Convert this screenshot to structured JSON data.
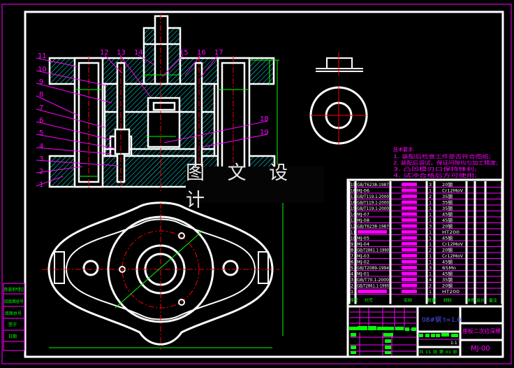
{
  "colors": {
    "background": "#000000",
    "frame": "#ffffff",
    "outer_border": "#ff00ff",
    "hatch": "#00ffff",
    "centerline": "#ff0000",
    "dimension": "#00ff00",
    "text": "#ff00ff"
  },
  "watermark": "图 文 设 计",
  "section_view": {
    "balloons_left": [
      "11",
      "10",
      "9",
      "8",
      "7",
      "6",
      "5",
      "4",
      "3",
      "2",
      "1"
    ],
    "balloons_top": [
      "12",
      "13",
      "14",
      "15",
      "16",
      "17"
    ],
    "balloons_right": [
      "18",
      "19"
    ]
  },
  "tech_requirements": {
    "title": "技术要求:",
    "items": [
      "1. 装配后检查工件是否符合图纸;",
      "2. 装配后调试，保证间隙均匀加工精度;",
      "3. 凸凹模刃口保持锋利;",
      "4. 试冲合格后方可使用;"
    ]
  },
  "parts_list": {
    "headers": [
      "序号",
      "代号",
      "名称",
      "数量",
      "材料",
      "单件",
      "总计",
      "备注"
    ],
    "rows": [
      {
        "no": "19",
        "code": "GB/T6238-1987",
        "qty": "3",
        "material": "20钢"
      },
      {
        "no": "18",
        "code": "MJ-06",
        "qty": "1",
        "material": "Cr12MoV"
      },
      {
        "no": "17",
        "code": "GB/T119.1-2000",
        "qty": "2",
        "material": "35钢"
      },
      {
        "no": "16",
        "code": "GB/T119.1-2000",
        "qty": "1",
        "material": "35钢"
      },
      {
        "no": "15",
        "code": "GB/T119.1-2000",
        "qty": "1",
        "material": "35钢"
      },
      {
        "no": "14",
        "code": "MJ-07",
        "qty": "1",
        "material": "45钢"
      },
      {
        "no": "13",
        "code": "MJ-08",
        "qty": "1",
        "material": "45钢"
      },
      {
        "no": "12",
        "code": "GB/T6238-1987",
        "qty": "3",
        "material": "20钢"
      },
      {
        "no": "11",
        "code": "",
        "qty": "1",
        "material": "HT200"
      },
      {
        "no": "10",
        "code": "MJ-05",
        "qty": "1",
        "material": "45钢"
      },
      {
        "no": "9",
        "code": "MJ-04",
        "qty": "1",
        "material": "Cr12MoV"
      },
      {
        "no": "8",
        "code": "GB/T2861.1-1990",
        "qty": "2",
        "material": "20钢"
      },
      {
        "no": "7",
        "code": "MJ-03",
        "qty": "1",
        "material": "Cr12MoV"
      },
      {
        "no": "6",
        "code": "MJ-02",
        "qty": "1",
        "material": "45钢"
      },
      {
        "no": "5",
        "code": "GB/T2089-1994",
        "qty": "3",
        "material": "65Mn"
      },
      {
        "no": "4",
        "code": "MJ-01",
        "qty": "1",
        "material": "45钢"
      },
      {
        "no": "3",
        "code": "GB/T70.1-2000",
        "qty": "4",
        "material": "35钢"
      },
      {
        "no": "2",
        "code": "GB/T2861.1-1990",
        "qty": "2",
        "material": "20钢"
      },
      {
        "no": "1",
        "code": "",
        "qty": "1",
        "material": "HT200"
      }
    ]
  },
  "title_block": {
    "material_spec": "08#钢  t=1.0",
    "drawing_title": "座板二次拉深模",
    "drawing_number": "MJ-00",
    "scale": "1:1",
    "sheets": "共 11 张  第 01 张"
  },
  "side_table": [
    "借(通)用件登记",
    "旧底图总号",
    "底图总号",
    "签字",
    "日期"
  ]
}
